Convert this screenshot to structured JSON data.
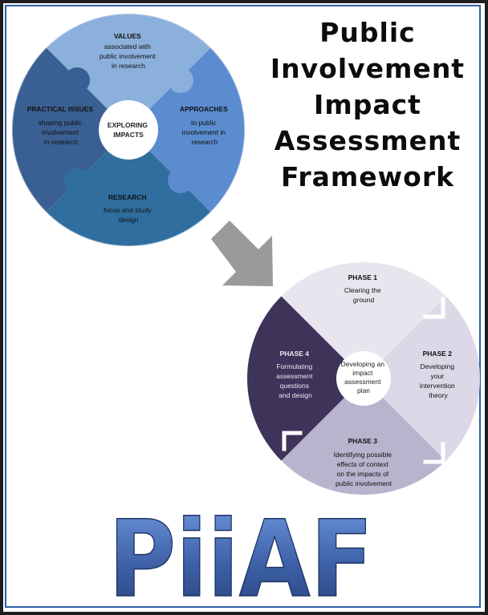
{
  "title_lines": [
    "Public",
    "Involvement",
    "Impact",
    "Assessment",
    "Framework"
  ],
  "colors": {
    "values": "#8cb0dc",
    "approaches": "#5b8ccf",
    "research": "#2f6e9f",
    "practical": "#3a5f92",
    "phase1": "#e9e5ef",
    "phase2": "#ddd8e8",
    "phase3": "#b9b3cd",
    "phase4": "#3e3358",
    "arrow": "#9a9a9a",
    "logo": "#3d5fa6",
    "border": "#2f5fa8"
  },
  "cycle1": {
    "center": [
      "EXPLORING",
      "IMPACTS"
    ],
    "values": {
      "heading": "VALUES",
      "lines": [
        "associated with",
        "public involvement",
        "in research"
      ]
    },
    "approaches": {
      "heading": "APPROACHES",
      "lines": [
        "to public",
        "involvement in",
        "research"
      ]
    },
    "research": {
      "heading": "RESEARCH",
      "lines": [
        "focus and study",
        "design"
      ]
    },
    "practical": {
      "heading": "PRACTICAL ISSUES",
      "lines": [
        "shaping public",
        "involvement",
        "in research"
      ]
    }
  },
  "cycle2": {
    "center": [
      "Developing an",
      "impact",
      "assessment",
      "plan"
    ],
    "phase1": {
      "heading": "PHASE 1",
      "lines": [
        "Clearing the",
        "ground"
      ]
    },
    "phase2": {
      "heading": "PHASE 2",
      "lines": [
        "Developing",
        "your",
        "intervention",
        "theory"
      ]
    },
    "phase3": {
      "heading": "PHASE 3",
      "lines": [
        "Identifying possible",
        "effects of context",
        "on the impacts of",
        "public involvement"
      ]
    },
    "phase4": {
      "heading": "PHASE 4",
      "lines": [
        "Formulating",
        "assessment",
        "questions",
        "and design"
      ]
    }
  },
  "logo": "PiiAF"
}
